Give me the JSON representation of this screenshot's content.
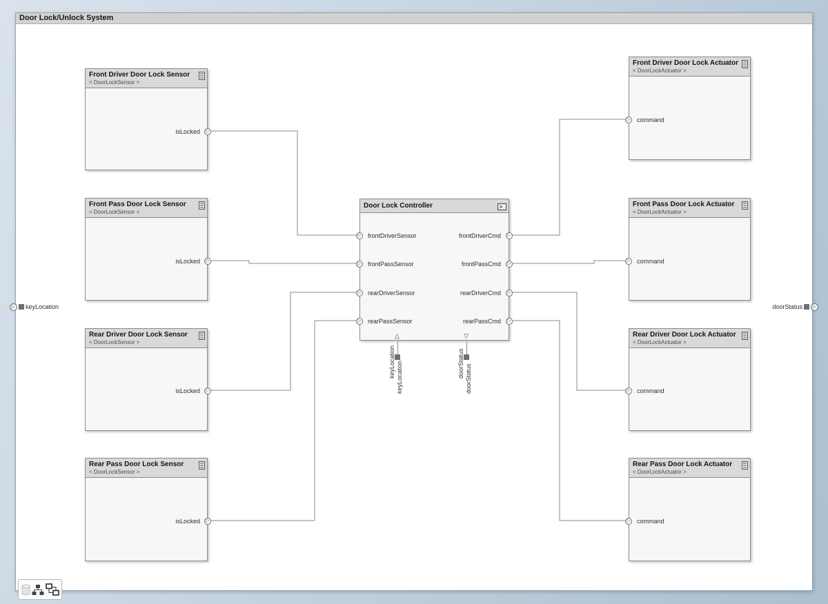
{
  "diagram_title": "Door Lock/Unlock System",
  "glyphs": {
    "port": "▷",
    "bottom_in": "△",
    "bottom_out": "▽"
  },
  "sensors": [
    {
      "title": "Front Driver Door Lock Sensor",
      "stereotype": "< DoorLockSensor >",
      "port": "isLocked"
    },
    {
      "title": "Front Pass Door Lock Sensor",
      "stereotype": "< DoorLockSensor >",
      "port": "isLocked"
    },
    {
      "title": "Rear Driver Door Lock Sensor",
      "stereotype": "< DoorLockSensor >",
      "port": "isLocked"
    },
    {
      "title": "Rear Pass Door Lock Sensor",
      "stereotype": "< DoorLockSensor >",
      "port": "isLocked"
    }
  ],
  "controller": {
    "title": "Door Lock Controller",
    "inputs": [
      "frontDriverSensor",
      "frontPassSensor",
      "rearDriverSensor",
      "rearPassSensor"
    ],
    "outputs": [
      "frontDriverCmd",
      "frontPassCmd",
      "rearDriverCmd",
      "rearPassCmd"
    ],
    "bottom_ports": [
      {
        "name": "keyLocation"
      },
      {
        "name": "doorStatus"
      }
    ]
  },
  "actuators": [
    {
      "title": "Front Driver Door Lock Actuator",
      "stereotype": "< DoorLockActuator >",
      "port": "command"
    },
    {
      "title": "Front Pass Door Lock Actuator",
      "stereotype": "< DoorLockActuator >",
      "port": "command"
    },
    {
      "title": "Rear Driver Door Lock Actuator",
      "stereotype": "< DoorLockActuator >",
      "port": "command"
    },
    {
      "title": "Rear Pass Door Lock Actuator",
      "stereotype": "< DoorLockActuator >",
      "port": "command"
    }
  ],
  "external_ports": {
    "left": "keyLocation",
    "right": "doorStatus"
  },
  "colors": {
    "header": "#d9d9d9",
    "block_body": "#f7f7f7",
    "wire": "#8a8a8a",
    "canvas": "#ffffff",
    "titlebar": "#d2d2d2"
  }
}
